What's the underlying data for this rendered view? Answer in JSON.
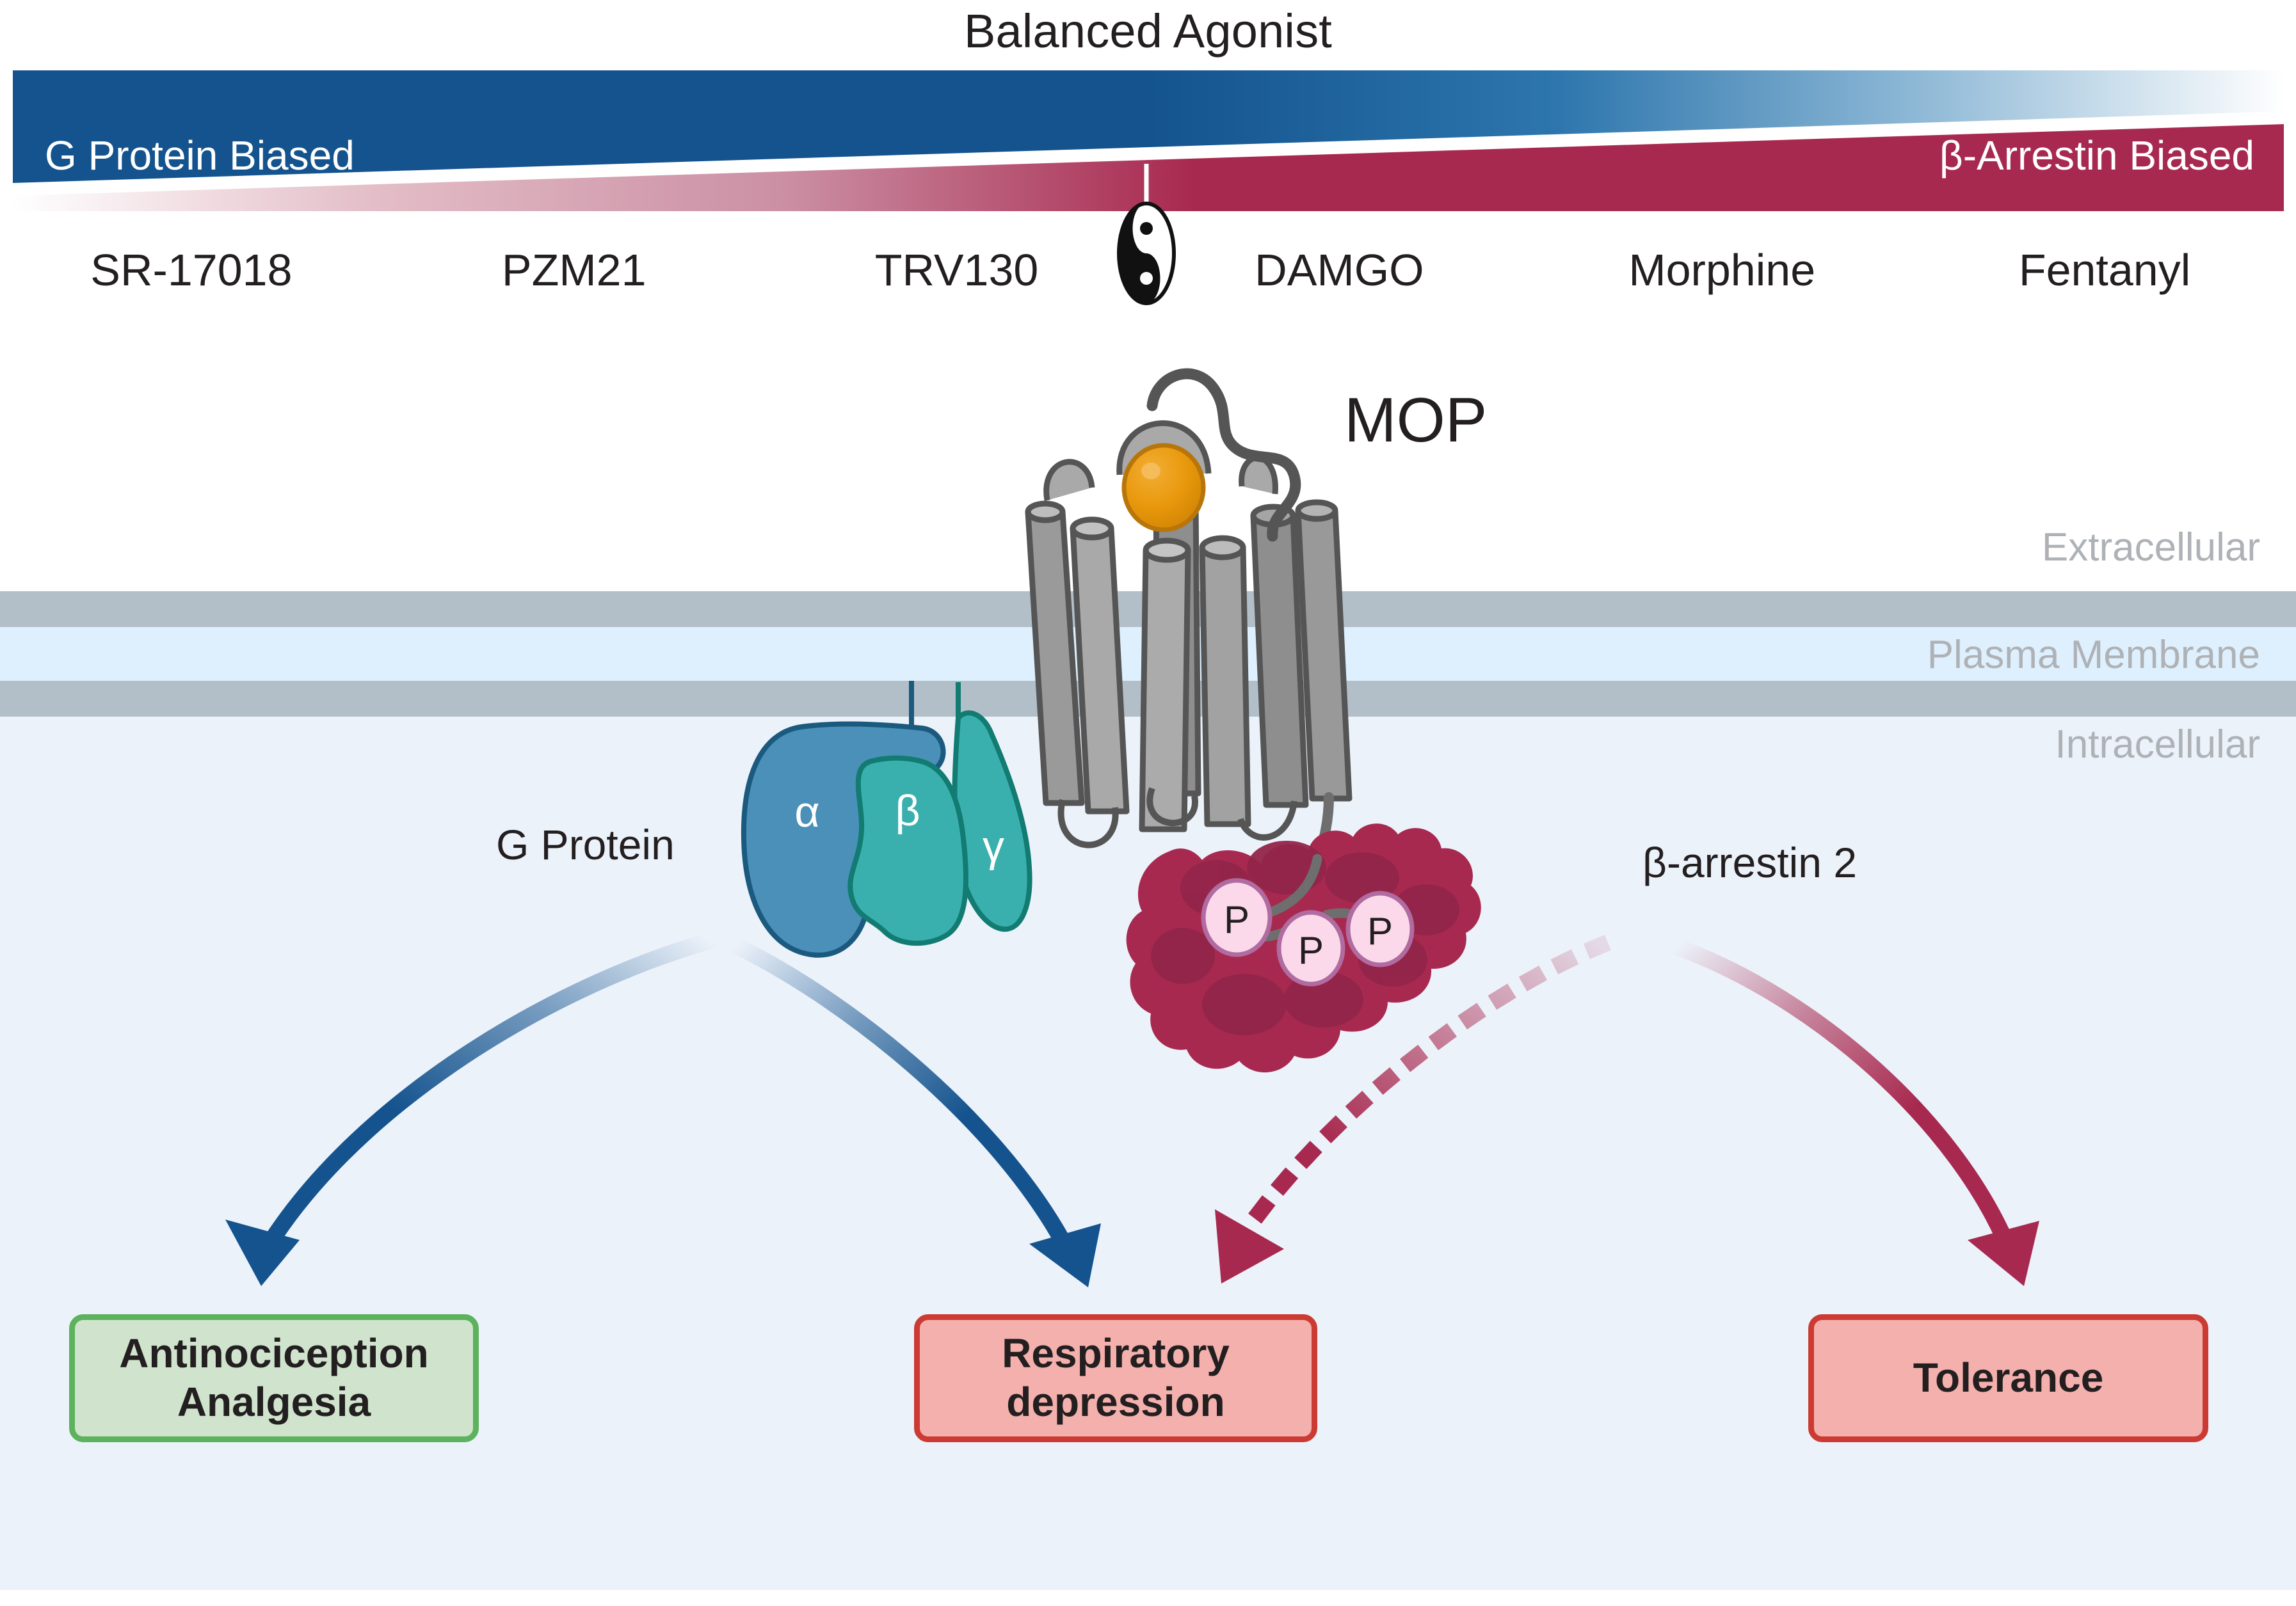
{
  "bias_scale": {
    "balanced_label": "Balanced Agonist",
    "left_label": "G Protein Biased",
    "right_label": "β-Arrestin Biased",
    "yinyang_icon": "yin-yang-icon",
    "g_protein_color": "#14538e",
    "beta_arrestin_color": "#a32a52"
  },
  "drugs": [
    {
      "name": "SR-17018"
    },
    {
      "name": "PZM21"
    },
    {
      "name": "TRV130"
    },
    {
      "name": "DAMGO"
    },
    {
      "name": "Morphine"
    },
    {
      "name": "Fentanyl"
    }
  ],
  "cell": {
    "extracellular_label": "Extracellular",
    "plasma_membrane_label": "Plasma Membrane",
    "intracellular_label": "Intracellular",
    "membrane_band_color": "#b2bfc9",
    "membrane_core_color": "#def0fd",
    "intracellular_color": "#ecf2fa",
    "membrane_text_color": "#aeb2b6"
  },
  "receptor": {
    "label": "MOP",
    "helix_color": "#a9a9a9",
    "helix_shade_color": "#8e8e8e",
    "outline_color": "#555555",
    "ligand_color": "#e8980c",
    "ligand_icon": "ligand-sphere-icon"
  },
  "g_protein": {
    "label": "G Protein",
    "alpha_label": "α",
    "beta_label": "β",
    "gamma_label": "γ",
    "alpha_color": "#4a90b8",
    "beta_color": "#3ab0ae",
    "gamma_color": "#3ab0ae",
    "alpha_outline": "#1b5a7e",
    "beta_outline": "#127b72"
  },
  "beta_arrestin": {
    "label": "β-arrestin 2",
    "body_color": "#a8294f",
    "shade_color": "#93254a",
    "phosphate_labels": [
      "P",
      "P",
      "P"
    ],
    "phosphate_fill": "#fbd8ea",
    "phosphate_stroke": "#b06ba0"
  },
  "arrows": [
    {
      "name": "g-protein-to-antinociception",
      "style": "solid",
      "color": "#14538e"
    },
    {
      "name": "g-protein-to-respiratory",
      "style": "solid",
      "color": "#14538e"
    },
    {
      "name": "arrestin-to-respiratory",
      "style": "dashed",
      "color": "#a8294f"
    },
    {
      "name": "arrestin-to-tolerance",
      "style": "solid",
      "color": "#a8294f"
    }
  ],
  "outcomes": [
    {
      "line1": "Antinociception",
      "line2": "Analgesia",
      "fill": "#cfe3cd",
      "border": "#5cb25d"
    },
    {
      "line1": "Respiratory",
      "line2": "depression",
      "fill": "#f3b0ac",
      "border": "#cc3b33"
    },
    {
      "line1": "Tolerance",
      "line2": "",
      "fill": "#f3b0ac",
      "border": "#cc3b33"
    }
  ]
}
